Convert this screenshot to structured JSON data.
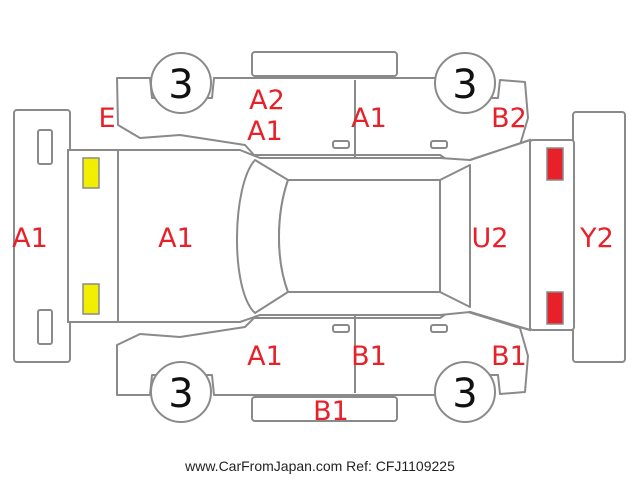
{
  "wheels": [
    {
      "id": "front-left",
      "value": "3"
    },
    {
      "id": "rear-left",
      "value": "3"
    },
    {
      "id": "front-right",
      "value": "3"
    },
    {
      "id": "rear-right",
      "value": "3"
    }
  ],
  "damage_codes": {
    "front_bumper": "A1",
    "front_left_corner": "E",
    "front_left_fender": "A2",
    "front_left_pillar": "A1",
    "rear_left_door": "A1",
    "rear_left_quarter": "B2",
    "hood": "A1",
    "tailgate": "U2",
    "rear_bumper": "Y2",
    "front_right_fender": "A1",
    "rear_right_door": "B1",
    "rear_right_quarter": "B1",
    "right_rocker": "B1"
  },
  "marker_colors": {
    "front_lights": "#f2ee00",
    "rear_lights": "#e8202a"
  },
  "footer": {
    "text": "www.CarFromJapan.com Ref: CFJ1109225"
  }
}
